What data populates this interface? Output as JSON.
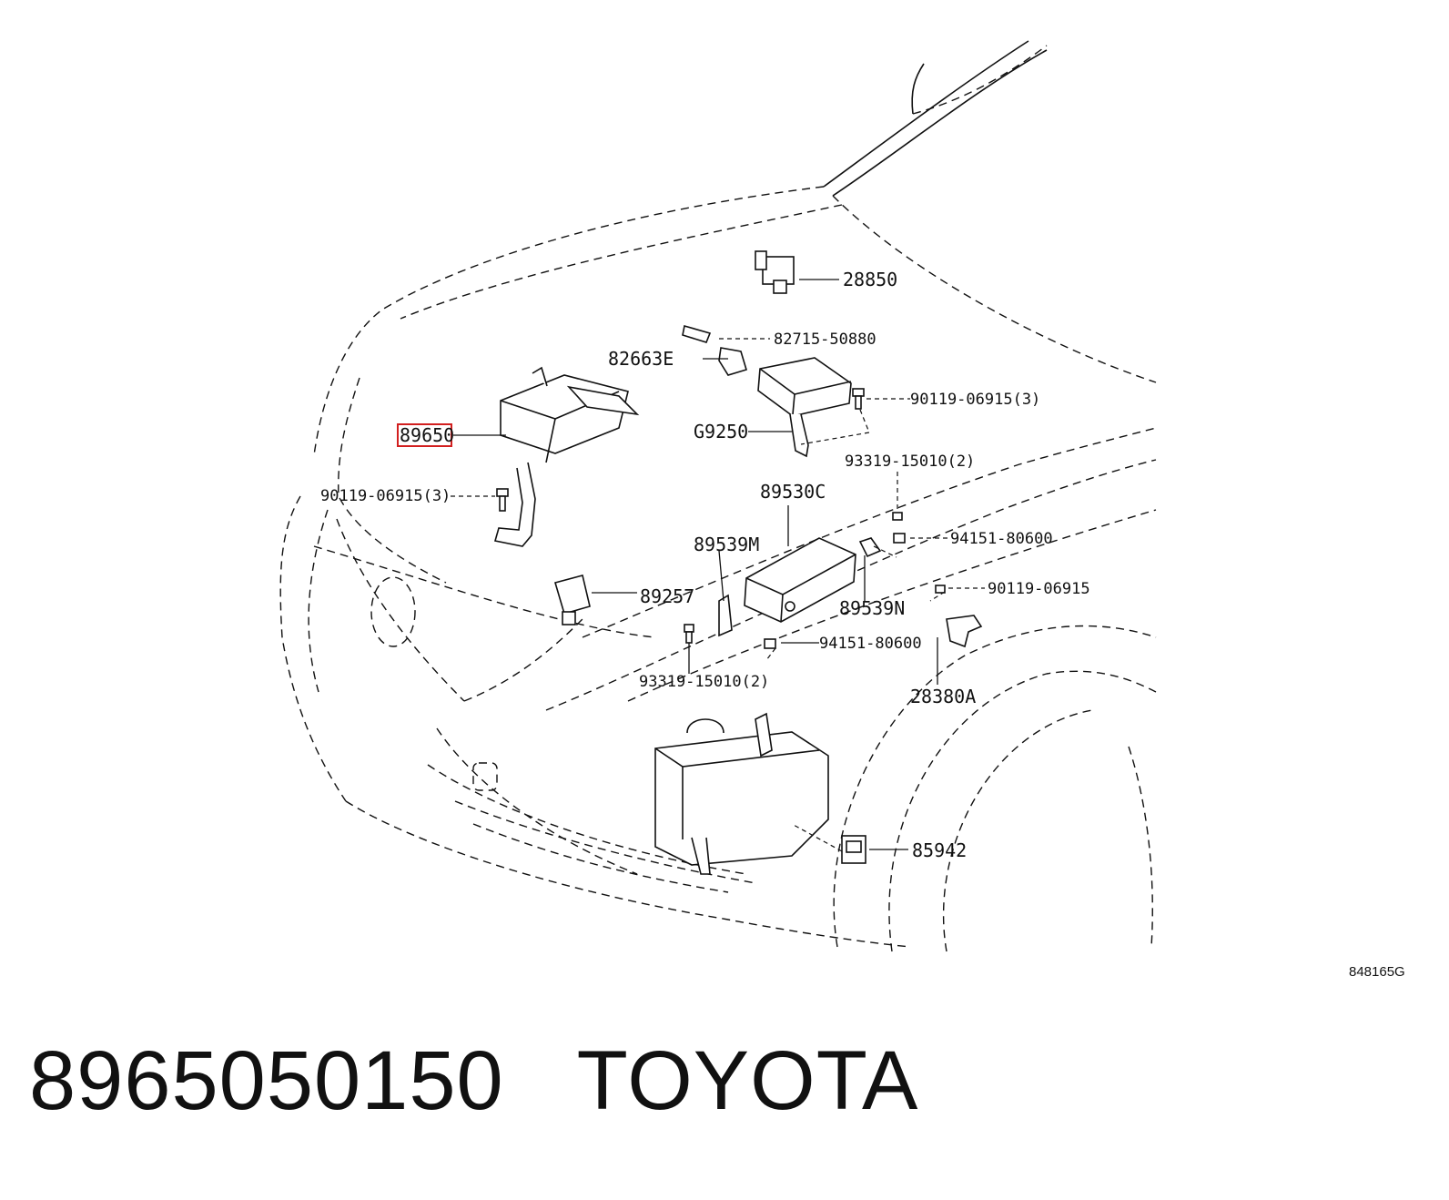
{
  "diagram": {
    "drawing_code": "848165G",
    "highlighted_part": "89650",
    "labels": {
      "p28850": "28850",
      "p82715": "82715-50880",
      "p82663e": "82663E",
      "p90119_top": "90119-06915(3)",
      "p89650": "89650",
      "pG9250": "G9250",
      "p93319_top": "93319-15010(2)",
      "p90119_left": "90119-06915(3)",
      "p89530c": "89530C",
      "p89539m": "89539M",
      "p94151_right": "94151-80600",
      "p89257": "89257",
      "p89539n": "89539N",
      "p90119_single": "90119-06915",
      "p94151_mid": "94151-80600",
      "p93319_bottom": "93319-15010(2)",
      "p28380a": "28380A",
      "p85942": "85942"
    }
  },
  "footer": {
    "part_number": "8965050150",
    "brand": "TOYOTA"
  },
  "colors": {
    "highlight": "#d21f1f",
    "ink": "#111111"
  }
}
